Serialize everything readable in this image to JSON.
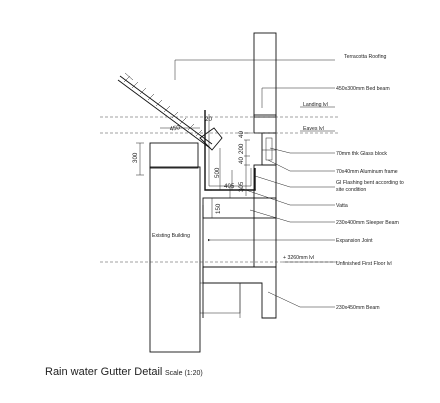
{
  "title": "Rain water Gutter Detail",
  "scale": "Scale (1:20)",
  "labels": {
    "terracotta": "Terracotta Roofing",
    "bed_beam": "450x300mm Bed beam",
    "landing_lvl": "Landing lvl",
    "eaves_lvl": "Eaves lvl",
    "glass_block": "70mm thk Glass block",
    "aluminum_frame": "70x40mm Aluminum frame",
    "gi_flashing_1": "GI Flashing bent according to",
    "gi_flashing_2": "site condition",
    "vatta": "Vatta",
    "sleeper_beam": "230x400mm Sleeper Beam",
    "expansion_joint": "Expansion Joint",
    "level_value": "+ 3260mm lvl",
    "first_floor_lvl": "Unfinished First Floor lvl",
    "beam_230x450": "230x450mm Beam",
    "existing_building": "Existing Building"
  },
  "dimensions": {
    "d450": "450",
    "d20": "20",
    "d300": "300",
    "d500": "500",
    "d405": "405",
    "d150": "150",
    "d305": "305",
    "d40a": "40",
    "d200": "200",
    "d40b": "40"
  }
}
